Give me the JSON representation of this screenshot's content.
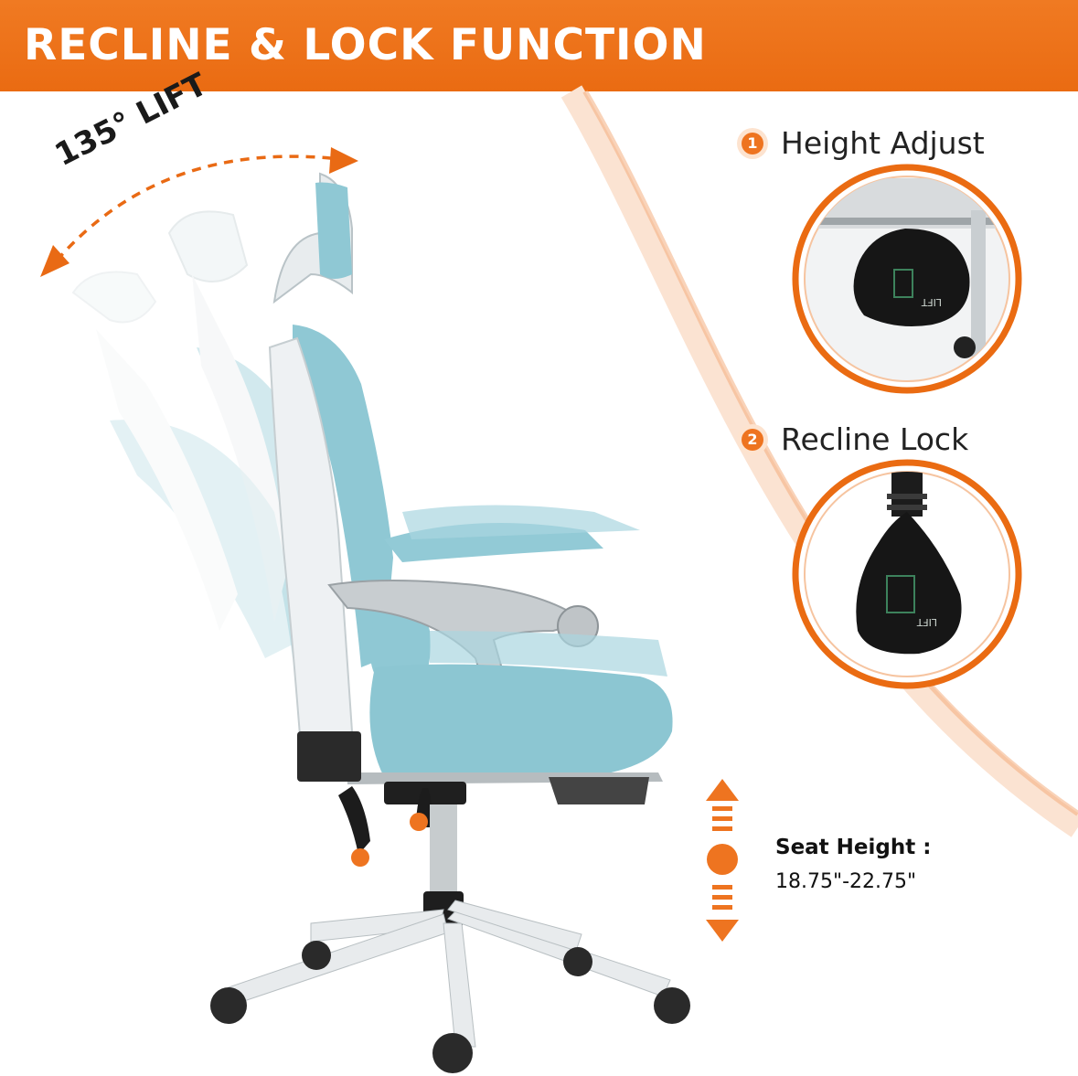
{
  "banner": {
    "title": "RECLINE & LOCK FUNCTION"
  },
  "recline": {
    "angle_label": "135° LIFT"
  },
  "features": [
    {
      "number": "1",
      "label": "Height Adjust"
    },
    {
      "number": "2",
      "label": "Recline Lock"
    }
  ],
  "detail_handle_text": "LIFT",
  "seat_height": {
    "title": "Seat Height :",
    "range": "18.75\"-22.75\""
  },
  "colors": {
    "accent": "#ee7420",
    "accent_light": "#fde3cf",
    "chair_mesh": "#8fc8d4",
    "chair_frame": "#e9ecee",
    "dark_handle": "#1c1c1c"
  }
}
